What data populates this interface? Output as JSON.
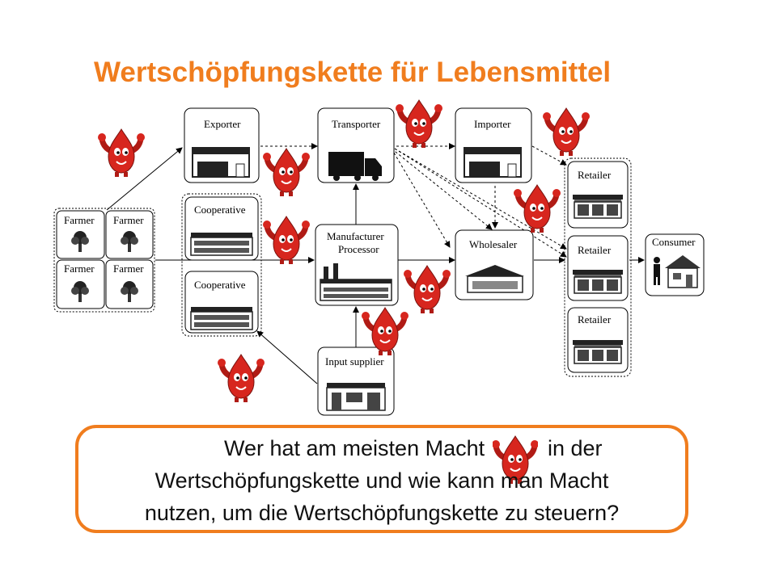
{
  "slide": {
    "title": "Wertschöpfungskette für Lebensmittel"
  },
  "diagram": {
    "farmers": [
      "Farmer",
      "Farmer",
      "Farmer",
      "Farmer"
    ],
    "exporter": "Exporter",
    "transporter": "Transporter",
    "importer": "Importer",
    "cooperative_1": "Cooperative",
    "cooperative_2": "Cooperative",
    "manufacturer_line1": "Manufacturer",
    "manufacturer_line2": "Processor",
    "wholesaler": "Wholesaler",
    "retailers": [
      "Retailer",
      "Retailer",
      "Retailer"
    ],
    "consumer": "Consumer",
    "input_supplier": "Input supplier"
  },
  "question": {
    "line1_part1": "Wer hat am meisten Macht",
    "line1_part2": "in der",
    "line2": "Wertschöpfungskette und wie kann man Macht",
    "line3": "nutzen, um die Wertschöpfungskette zu steuern?"
  },
  "colors": {
    "title": "#f07d1e",
    "box_border": "#f07d1e",
    "mascot": "#d7261e"
  }
}
